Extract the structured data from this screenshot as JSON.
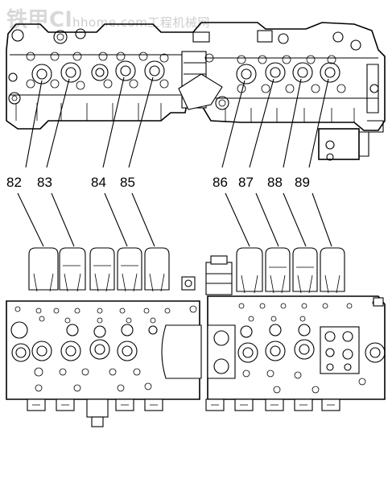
{
  "watermark": {
    "brand_chars": "铁甲",
    "latin": "Cl",
    "domain_text": "hhome.com",
    "chinese_text": "工程机械网"
  },
  "callouts": {
    "top_row": [
      "82",
      "83",
      "84",
      "85"
    ],
    "right_row": [
      "86",
      "87",
      "88",
      "89"
    ]
  }
}
